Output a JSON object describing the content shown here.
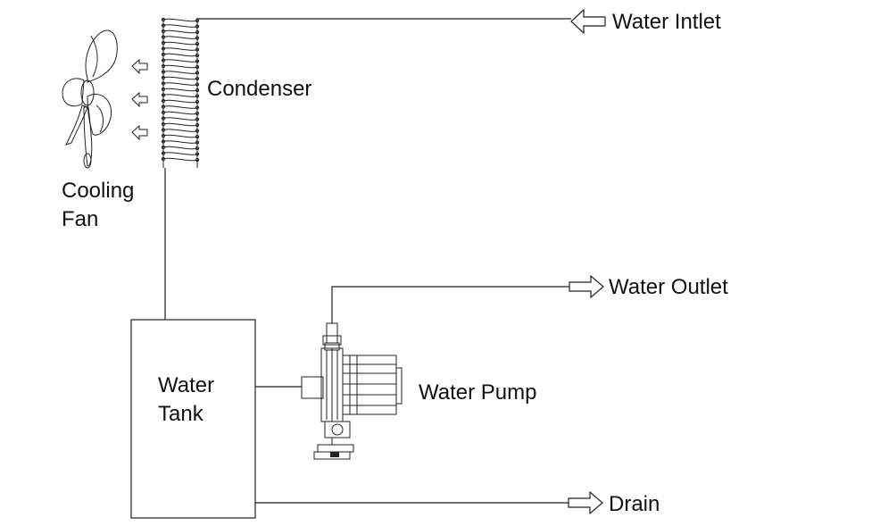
{
  "labels": {
    "water_intlet": "Water Intlet",
    "condenser": "Condenser",
    "cooling_fan_line1": "Cooling",
    "cooling_fan_line2": "Fan",
    "water_outlet": "Water Outlet",
    "water_tank_line1": "Water",
    "water_tank_line2": "Tank",
    "water_pump": "Water Pump",
    "drain": "Drain"
  },
  "colors": {
    "line": "#222222",
    "background": "#ffffff"
  }
}
